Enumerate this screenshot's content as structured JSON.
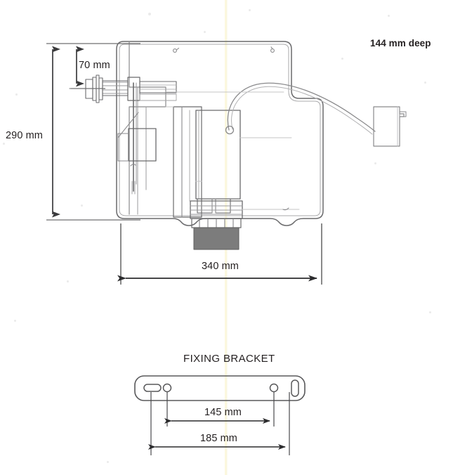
{
  "document": {
    "type": "technical-dimension-drawing",
    "subject": "Concealed cistern front view and fixing bracket",
    "background_color": "#ffffff",
    "line_color": "#58585a",
    "text_color": "#231f20"
  },
  "main_view": {
    "dimensions": {
      "height": {
        "value": "290 mm",
        "orientation": "vertical",
        "position": "left"
      },
      "inlet_offset": {
        "value": "70 mm",
        "orientation": "vertical",
        "position": "upper-left"
      },
      "width": {
        "value": "340 mm",
        "orientation": "horizontal",
        "position": "bottom"
      },
      "depth_note": {
        "value": "144 mm deep",
        "orientation": "none",
        "position": "top-right"
      }
    },
    "parts": [
      {
        "name": "cistern-body-outline"
      },
      {
        "name": "inlet-valve-assembly"
      },
      {
        "name": "float-valve-arm"
      },
      {
        "name": "flush-valve"
      },
      {
        "name": "overflow-pipe"
      },
      {
        "name": "pneumatic-hose"
      },
      {
        "name": "push-button-connector"
      },
      {
        "name": "outlet-spigot"
      }
    ]
  },
  "bracket_view": {
    "title": "FIXING BRACKET",
    "dimensions": {
      "inner_hole_centres": {
        "value": "145 mm",
        "orientation": "horizontal"
      },
      "outer_slot_centres": {
        "value": "185 mm",
        "orientation": "horizontal"
      }
    },
    "features": [
      {
        "name": "left-slot",
        "shape": "horizontal-slot"
      },
      {
        "name": "left-hole",
        "shape": "circle"
      },
      {
        "name": "right-hole",
        "shape": "circle"
      },
      {
        "name": "right-slot",
        "shape": "vertical-slot"
      }
    ]
  }
}
